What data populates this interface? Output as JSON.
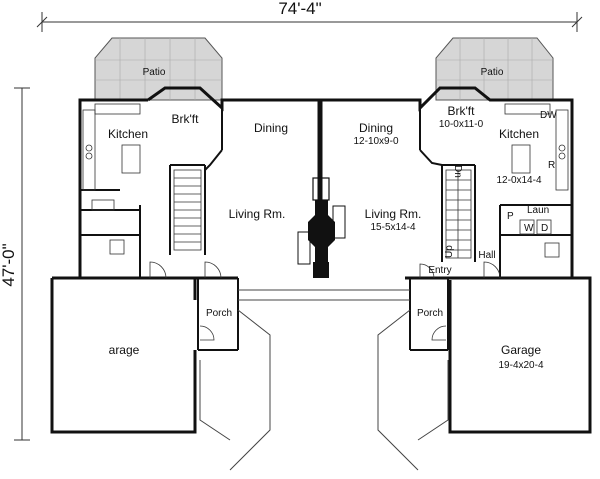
{
  "dimensions": {
    "overall_width": "74'-4\"",
    "overall_depth": "47'-0\""
  },
  "left_unit": {
    "patio": "Patio",
    "kitchen": "Kitchen",
    "breakfast": "Brk'ft",
    "dining": "Dining",
    "living": "Living Rm.",
    "porch": "Porch",
    "garage": "arage"
  },
  "right_unit": {
    "patio": "Patio",
    "breakfast": "Brk'ft",
    "breakfast_size": "10-0x11-0",
    "kitchen": "Kitchen",
    "kitchen_size": "12-0x14-4",
    "dining": "Dining",
    "dining_size": "12-10x9-0",
    "living": "Living Rm.",
    "living_size": "15-5x14-4",
    "laundry": "Laun",
    "pantry": "P",
    "washer": "W",
    "dryer": "D",
    "refrigerator": "R",
    "dishwasher": "DW",
    "entry": "Entry",
    "hall": "Hall",
    "porch": "Porch",
    "garage": "Garage",
    "garage_size": "19-4x20-4",
    "stair_dn": "Dn",
    "stair_up": "Up"
  }
}
